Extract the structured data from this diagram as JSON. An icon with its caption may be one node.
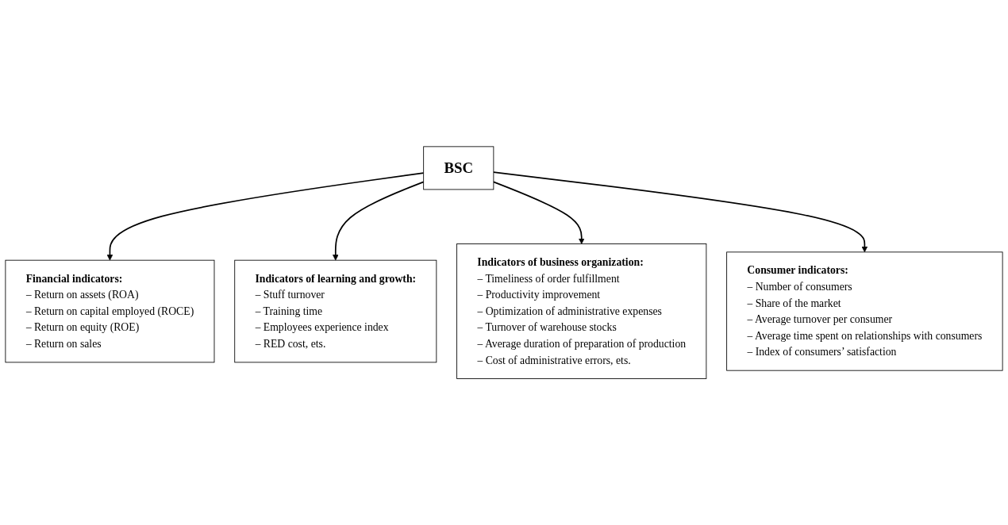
{
  "diagram": {
    "nodes": [
      {
        "text": [
          "Financial indicators:",
          "– Return on assets (ROA)",
          "– Return on capital employed (ROCE)",
          "– Return on equity (ROE)",
          "– Return on sales"
        ]
      },
      {
        "text": [
          "Indicators of learning and growth:",
          "– Stuff turnover",
          "– Training time",
          "– Employees experience index",
          "– RED cost, ets."
        ]
      },
      {
        "text": [
          "BSC"
        ]
      },
      {
        "text": [
          "Indicators of business organization:",
          "– Timeliness of order fulfillment",
          "– Productivity improvement",
          "– Optimization of administrative expenses",
          "– Turnover of warehouse stocks",
          "– Average duration of preparation of production",
          "– Cost of administrative errors, ets."
        ]
      },
      {
        "text": [
          "Consumer indicators:",
          "– Number of consumers",
          "– Share of the market",
          "– Average turnover per consumer",
          "– Average time spent on relationships with consumers",
          "– Index of consumers’ satisfaction"
        ]
      }
    ],
    "edges": [
      {
        "from": 2,
        "to": 0,
        "arrow": "to"
      },
      {
        "from": 2,
        "to": 1,
        "arrow": "to"
      },
      {
        "from": 2,
        "to": 3,
        "arrow": "to"
      },
      {
        "from": 2,
        "to": 4,
        "arrow": "to"
      }
    ]
  }
}
